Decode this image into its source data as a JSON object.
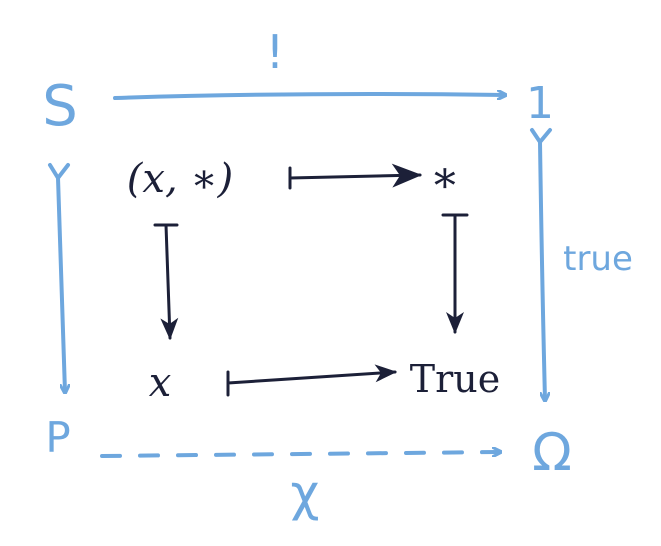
{
  "objects": {
    "S": "S",
    "one": "1",
    "P": "P",
    "Omega": "Ω"
  },
  "morphisms": {
    "bang": "!",
    "true_label": "true",
    "chi": "χ"
  },
  "elements": {
    "pair": "(x, ∗)",
    "star": "∗",
    "x": "x",
    "True": "True"
  },
  "colors": {
    "outer": "#6ea7de",
    "inner": "#1c2038"
  }
}
